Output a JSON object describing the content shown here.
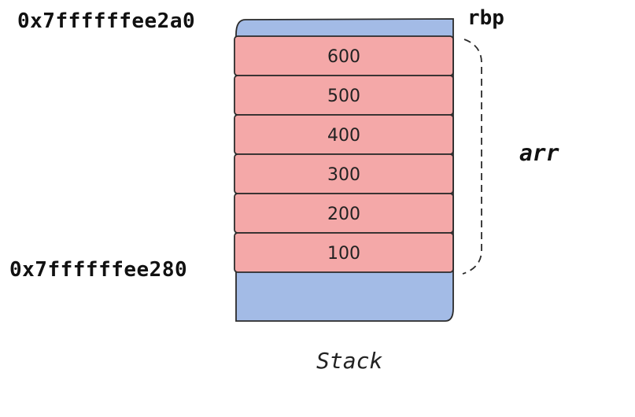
{
  "addresses": {
    "top": "0x7ffffffee2a0",
    "bottom": "0x7ffffffee280"
  },
  "register_label": "rbp",
  "array_label": "arr",
  "caption": "Stack",
  "stack_cells": [
    "600",
    "500",
    "400",
    "300",
    "200",
    "100"
  ],
  "colors": {
    "stack_fill": "#a3bbe6",
    "cell_fill": "#f4a8a8",
    "stroke": "#2b2b2b"
  }
}
